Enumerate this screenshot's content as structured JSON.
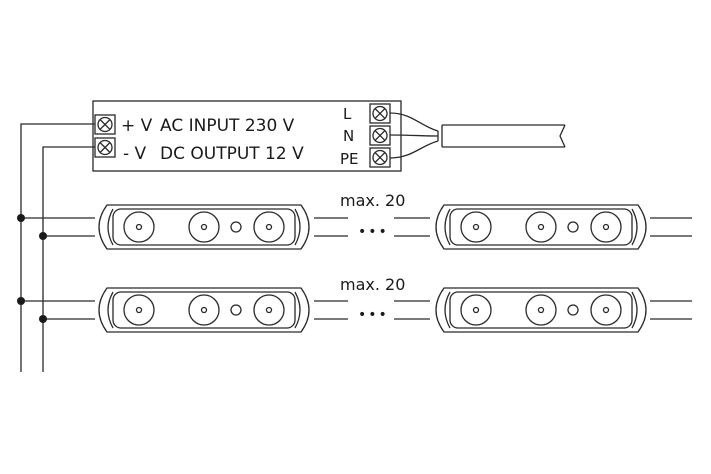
{
  "psu": {
    "plus_label": "+ V",
    "input_label": "AC INPUT 230 V",
    "minus_label": "- V",
    "output_label": "DC OUTPUT 12 V",
    "terminals": [
      "L",
      "N",
      "PE"
    ]
  },
  "rows": [
    {
      "max_label": "max. 20",
      "ellipsis": "•••"
    },
    {
      "max_label": "max. 20",
      "ellipsis": "•••"
    }
  ],
  "colors": {
    "stroke": "#2a2a2a",
    "background": "#ffffff"
  }
}
